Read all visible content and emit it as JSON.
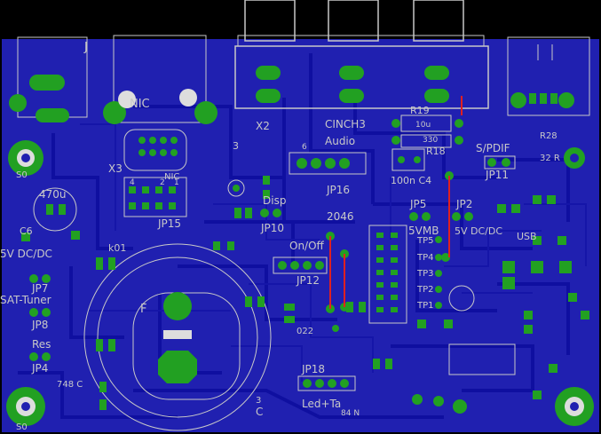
{
  "colors": {
    "background": "#000000",
    "board": "#2020b0",
    "trace": "#0f0fa0",
    "pad": "#22a022",
    "silk": "#c8c8c8",
    "airwire": "#e02020"
  },
  "labels": {
    "j": "J",
    "nic_top": "NIC",
    "x3": "X3",
    "nic_conn": "NIC",
    "jp15": "JP15",
    "x2": "X2",
    "cinch": "CINCH3",
    "audio": "Audio",
    "jp16": "JP16",
    "r19": "R19",
    "r18": "R18",
    "val_1uu": "10u",
    "val_330": "330",
    "spdif": "S/PDIF",
    "jp11": "JP11",
    "r28": "R28",
    "r32": "32 R",
    "c470": "470u",
    "c6": "C6",
    "c_100n": "100n C4",
    "disp": "Disp",
    "jp10": "JP10",
    "val_2046": "2046",
    "jp5": "JP5",
    "jp2": "JP2",
    "fivev_vmb": "5VMB",
    "fivev_dcdc_r": "5V DC/DC",
    "usb": "USB",
    "on_off": "On/Off",
    "jp12": "JP12",
    "fivev_dcdc_l": "5V DC/DC",
    "jp7": "JP7",
    "sat_tuner": "SAT-Tuner",
    "jp8": "JP8",
    "res": "Res",
    "jp4": "JP4",
    "val_748": "748 C",
    "jp18": "JP18",
    "led_ta": "Led+Ta",
    "val_84": "84 N",
    "val_022": "022",
    "s0": "S0",
    "k01": "k01",
    "tp5": "TP5",
    "tp4": "TP4",
    "tp3": "TP3",
    "tp2": "TP2",
    "tp1": "TP1",
    "f": "F",
    "c_lbl": "C",
    "val_3": "3",
    "val_4": "4",
    "val_1": "1",
    "val_2": "2",
    "val_6": "6"
  }
}
